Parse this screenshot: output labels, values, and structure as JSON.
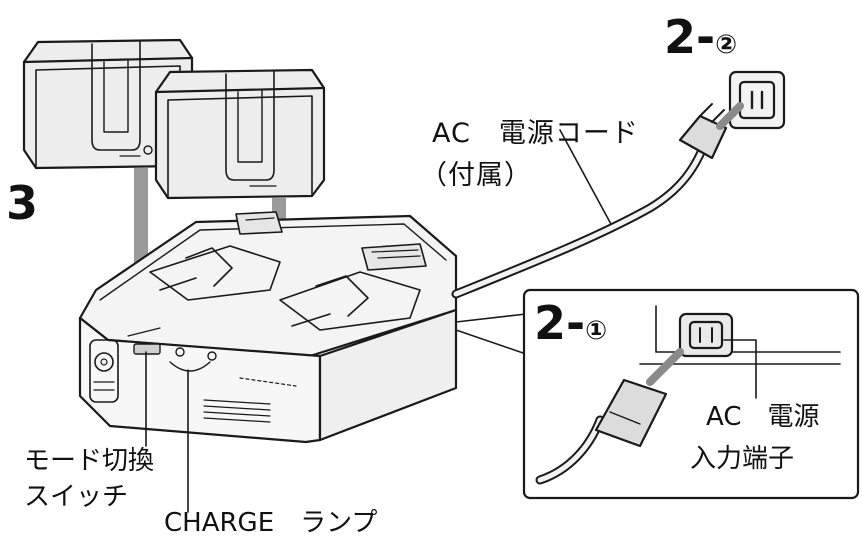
{
  "steps": {
    "plug_label": "2-",
    "plug_num": "②",
    "inlet_label": "2-",
    "inlet_num": "①",
    "mount_label": "3"
  },
  "labels": {
    "ac_cord_line1": "AC　電源コード",
    "ac_cord_line2": "（付属）",
    "ac_inlet_line1": "AC　電源",
    "ac_inlet_line2": "入力端子",
    "mode_switch_line1": "モード切換",
    "mode_switch_line2": "スイッチ",
    "charge_lamp": "CHARGE　ランプ"
  },
  "colors": {
    "line": "#1a1a1a",
    "body_fill": "#f4f4f4",
    "battery_fill": "#ededed",
    "arrow_fill": "#8a8a8a"
  }
}
